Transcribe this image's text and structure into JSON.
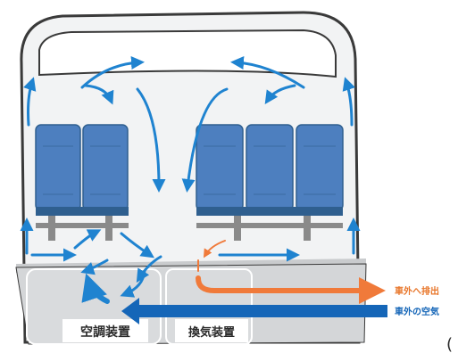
{
  "labels": {
    "ac_unit": "空調装置",
    "ventilation_unit": "換気装置",
    "exhaust": "車外へ排出",
    "outside_air": "車外の空気",
    "corner_mark": "("
  },
  "colors": {
    "background": "#ffffff",
    "body_fill": "#f2f3f4",
    "body_outline": "#3a3a3a",
    "floor_fill": "#c9cbcd",
    "box_fill": "#d9dbdd",
    "seat_fill": "#4d7fbf",
    "seat_dark": "#2f5f8f",
    "leg_fill": "#8a8a8a",
    "airflow_blue": "#1f83d0",
    "fresh_air_blue": "#1566b8",
    "exhaust_orange": "#f07a3a",
    "text_dark": "#2a2a2a",
    "text_orange": "#e8762a",
    "text_blue": "#1566b8"
  },
  "icons": {
    "seat_row_left": "bus-seat-icon",
    "seat_row_right": "bus-seat-icon",
    "airflow": "arrow-icon"
  },
  "left_seats": 2,
  "right_seats": 3
}
